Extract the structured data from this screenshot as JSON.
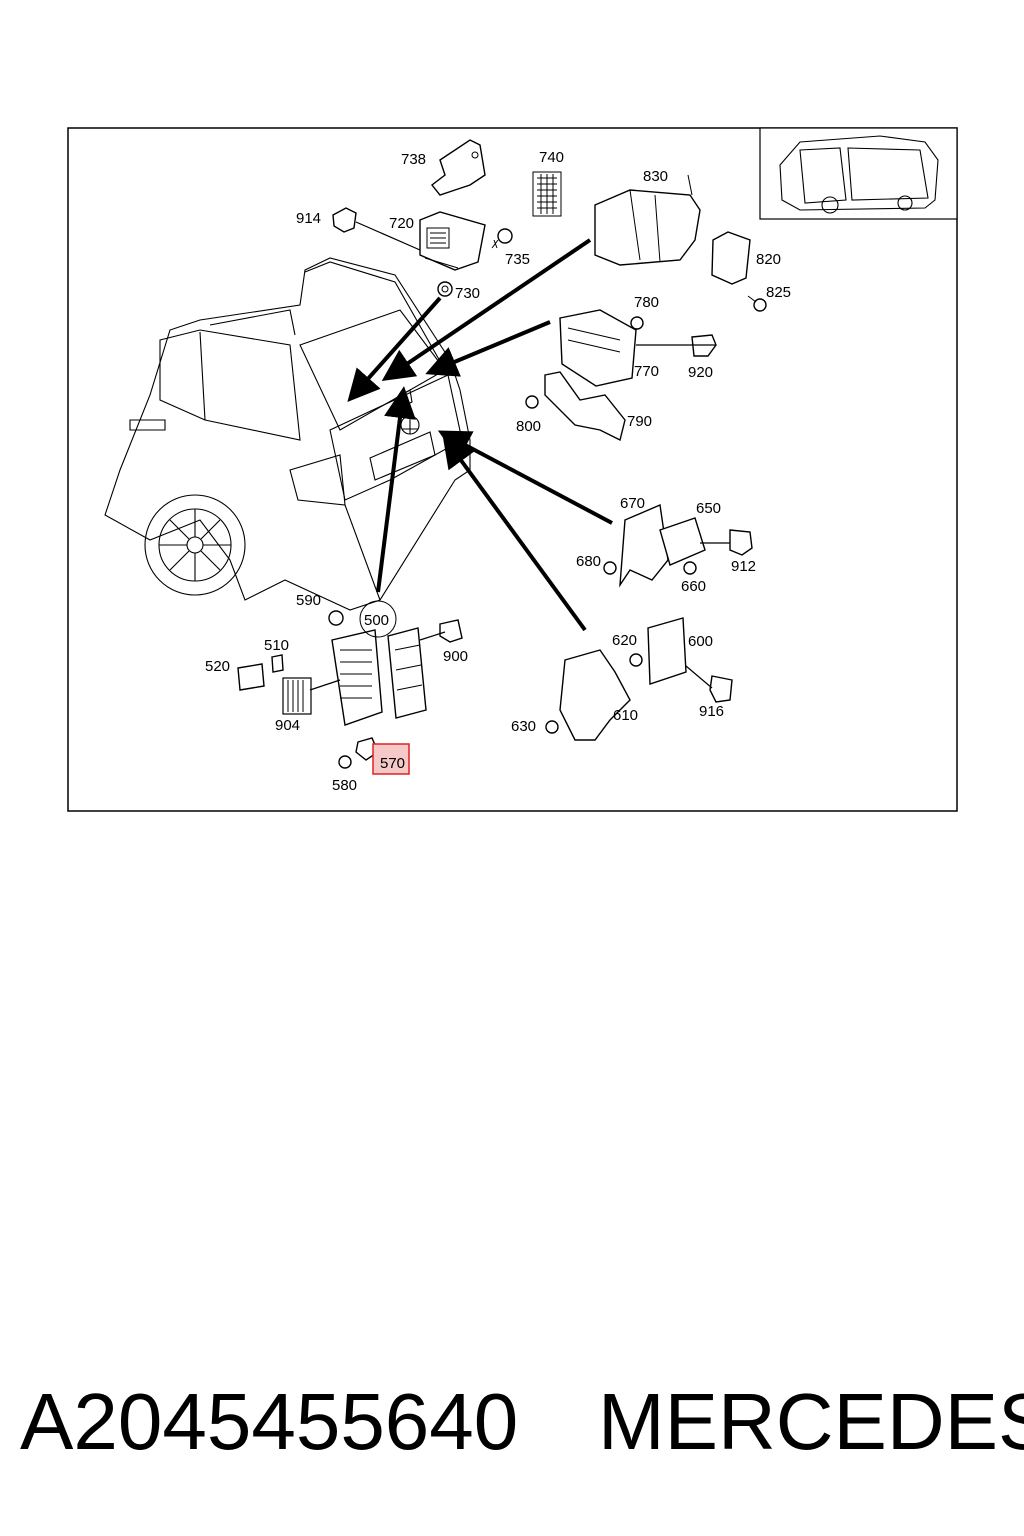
{
  "diagram": {
    "callouts": {
      "p738": "738",
      "p740": "740",
      "p830": "830",
      "p914": "914",
      "p720": "720",
      "p735": "735",
      "p730": "730",
      "p820": "820",
      "p825": "825",
      "p780": "780",
      "p770": "770",
      "p920": "920",
      "p800": "800",
      "p790": "790",
      "p670": "670",
      "p650": "650",
      "p680": "680",
      "p660": "660",
      "p912": "912",
      "p590": "590",
      "p500": "500",
      "p510": "510",
      "p520": "520",
      "p900": "900",
      "p904": "904",
      "p570": "570",
      "p580": "580",
      "p620": "620",
      "p600": "600",
      "p630": "630",
      "p610": "610",
      "p916": "916"
    },
    "highlight_color": "#e02020",
    "highlight_fill": "#f6c9c9"
  },
  "footer": {
    "part_number": "A2045455640",
    "brand": "MERCEDES"
  }
}
